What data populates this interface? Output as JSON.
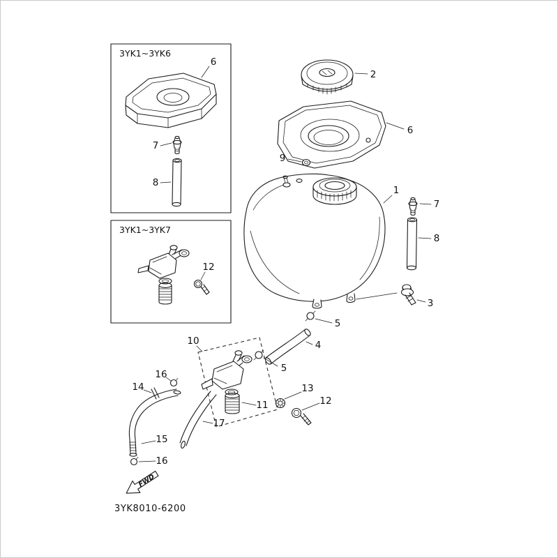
{
  "page": {
    "part_code": "3YK8010-6200",
    "fwd_label": "FWD"
  },
  "insets": {
    "top": {
      "title": "3YK1~3YK6"
    },
    "bottom": {
      "title": "3YK1~3YK7"
    }
  },
  "callouts": {
    "tank": "1",
    "cap": "2",
    "bolt_tank": "3",
    "hose_upper": "4",
    "clip_hose_upper": "5",
    "clip_hose_lower": "5",
    "tray_main": "6",
    "tray_inset": "6",
    "valve_main": "7",
    "valve_inset": "7",
    "tube_main": "8",
    "tube_inset": "8",
    "grommet": "9",
    "cock_assembly": "10",
    "cock_cup": "11",
    "screw_main": "12",
    "screw_inset": "12",
    "washer": "13",
    "hose_clamp": "14",
    "hose_left": "15",
    "clip_small_top": "16",
    "clip_small_bottom": "16",
    "hose_right": "17"
  }
}
